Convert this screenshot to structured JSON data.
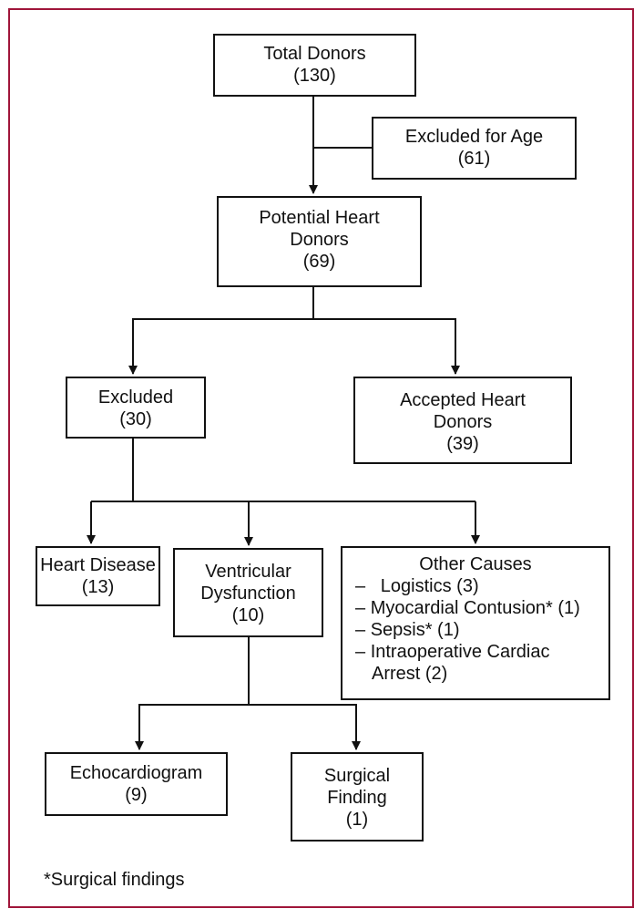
{
  "nodes": {
    "total": {
      "title": "Total Donors",
      "count": "(130)"
    },
    "excluded_age": {
      "title": "Excluded for Age",
      "count": "(61)"
    },
    "potential": {
      "title_line1": "Potential Heart",
      "title_line2": "Donors",
      "count": "(69)"
    },
    "excluded": {
      "title": "Excluded",
      "count": "(30)"
    },
    "accepted": {
      "title_line1": "Accepted Heart",
      "title_line2": "Donors",
      "count": "(39)"
    },
    "heart_disease": {
      "title": "Heart Disease",
      "count": "(13)"
    },
    "ventricular": {
      "title_line1": "Ventricular",
      "title_line2": "Dysfunction",
      "count": "(10)"
    },
    "other": {
      "title": "Other Causes",
      "items": [
        {
          "text": "Logistics (3)"
        },
        {
          "text": "Myocardial Contusion* (1)"
        },
        {
          "text": "Sepsis* (1)"
        },
        {
          "text": "Intraoperative Cardiac",
          "text_cont": "Arrest (2)"
        }
      ],
      "dash": "–"
    },
    "echo": {
      "title": "Echocardiogram",
      "count": "(9)"
    },
    "surgical": {
      "title_line1": "Surgical",
      "title_line2": "Finding",
      "count": "(1)"
    }
  },
  "footnote": "*Surgical findings",
  "colors": {
    "frame": "#a0163a",
    "stroke": "#111111"
  }
}
